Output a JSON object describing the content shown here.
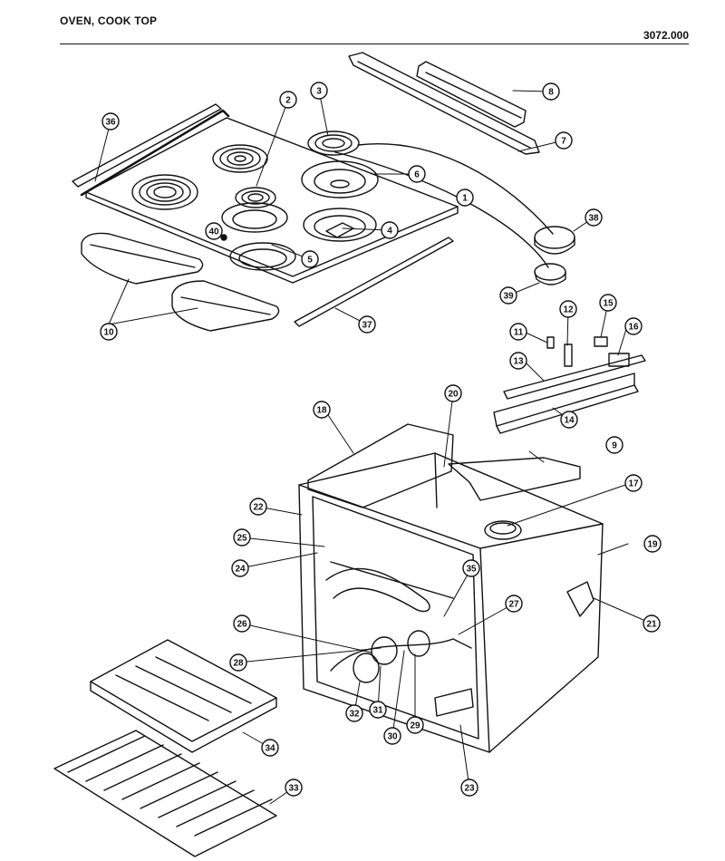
{
  "header": {
    "title": "OVEN, COOK TOP",
    "code": "3072.000"
  },
  "callouts": [
    "1",
    "2",
    "3",
    "4",
    "5",
    "6",
    "7",
    "8",
    "9",
    "10",
    "11",
    "12",
    "13",
    "14",
    "15",
    "16",
    "17",
    "18",
    "19",
    "20",
    "21",
    "22",
    "23",
    "24",
    "25",
    "26",
    "27",
    "28",
    "29",
    "30",
    "31",
    "32",
    "33",
    "34",
    "35",
    "36",
    "37",
    "38",
    "39",
    "40"
  ]
}
